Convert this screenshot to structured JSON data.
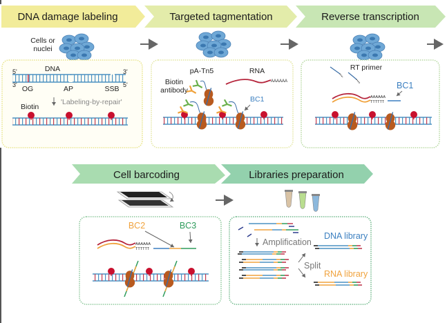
{
  "figure": {
    "steps": [
      {
        "id": "dna-damage-labeling",
        "label": "DNA damage labeling",
        "color": "#f2ec9a"
      },
      {
        "id": "targeted-tagmentation",
        "label": "Targeted tagmentation",
        "color": "#e3ecaa"
      },
      {
        "id": "reverse-transcription",
        "label": "Reverse transcription",
        "color": "#c8e6b4"
      },
      {
        "id": "cell-barcoding",
        "label": "Cell barcoding",
        "color": "#a9dcb0"
      },
      {
        "id": "libraries-preparation",
        "label": "Libraries preparation",
        "color": "#93d1ad"
      }
    ],
    "panel1": {
      "cells_label_1": "Cells or",
      "cells_label_2": "nuclei",
      "dna_label": "DNA",
      "five_prime": "5'",
      "three_prime": "3'",
      "lesions": [
        "OG",
        "AP",
        "SSB"
      ],
      "biotin_label": "Biotin",
      "repair_label": "'Labeling-by-repair'"
    },
    "panel2": {
      "pa_tn5_label": "pA-Tn5",
      "biotin_antibody_1": "Biotin",
      "biotin_antibody_2": "antibody",
      "rna_label": "RNA",
      "polya": "AAAAAA",
      "bc1_label": "BC1"
    },
    "panel3": {
      "rt_primer_label": "RT primer",
      "bc1_label": "BC1",
      "polya": "AAAAAA",
      "polyt": "TTTTTT"
    },
    "panel4": {
      "bc2_label": "BC2",
      "bc3_label": "BC3",
      "polya": "AAAAAA",
      "polyt": "TTTTTT"
    },
    "panel5": {
      "amplification_label": "Amplification",
      "split_label": "Split",
      "dna_library_label": "DNA library",
      "rna_library_label": "RNA library"
    },
    "colors": {
      "dna_blue": "#4a90c2",
      "lesion_red": "#c0394f",
      "biotin_red": "#c8102e",
      "rna_red": "#b5243b",
      "cdna_orange": "#f0a23c",
      "tn5_brown": "#b85a1f",
      "bc1_blue": "#3b7fc0",
      "bc2_orange": "#f0a23c",
      "bc3_green": "#2e9c5c",
      "antibody_green": "#6ab04c",
      "antibody_orange": "#f0a23c",
      "box_yellow": "#e8e48a",
      "box_green": "#8cc79a"
    }
  }
}
